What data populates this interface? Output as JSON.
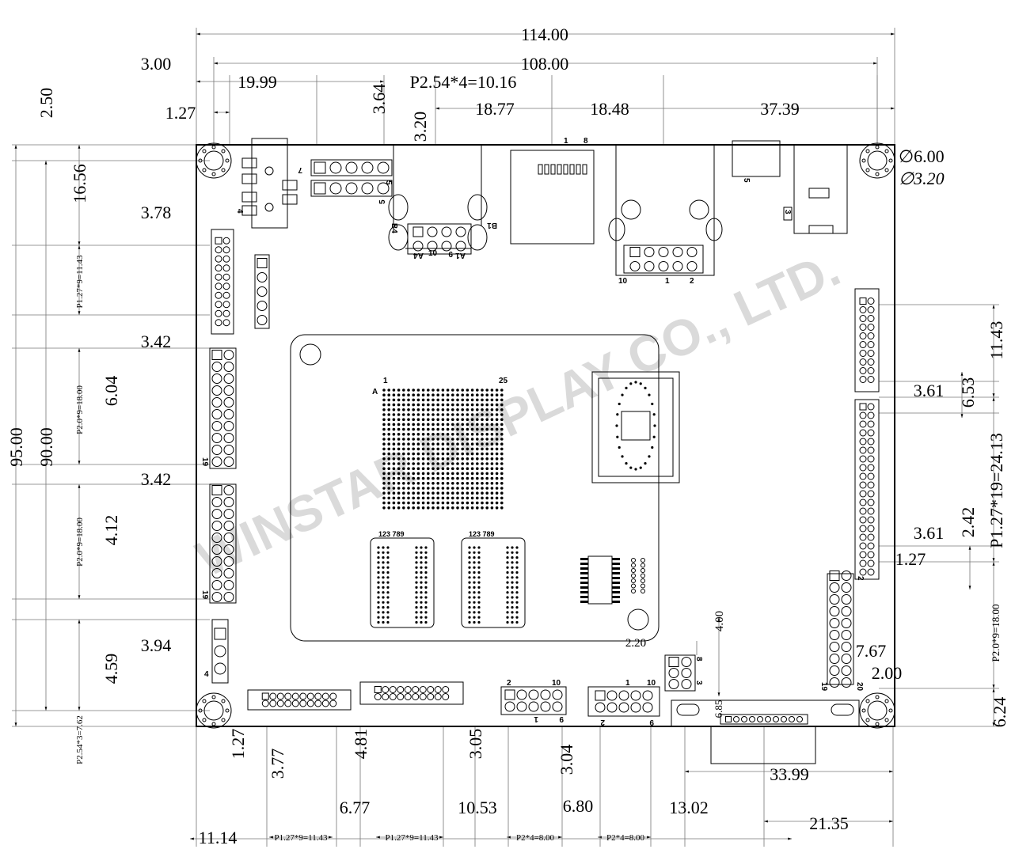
{
  "title": "Board mechanical dimension drawing",
  "watermark": "WINSTAR DISPLAY CO., LTD.",
  "top_dims": {
    "overall_width": "114.00",
    "hole_pitch_x": "108.00",
    "hole_offset": "3.00",
    "d1": "19.99",
    "header_pitch": "P2.54*4=10.16",
    "d2": "1.27",
    "d3": "18.77",
    "d4": "18.48",
    "d5": "37.39",
    "d6": "3.64",
    "d7": "3.20"
  },
  "left_dims": {
    "overall_height": "95.00",
    "hole_pitch_y": "90.00",
    "d1": "2.50",
    "d2": "16.56",
    "d3": "3.78",
    "p1": "P1.27*9=11.43",
    "d4": "3.42",
    "d5": "6.04",
    "p2": "P2.0*9=18.00",
    "d6": "3.42",
    "d7": "4.12",
    "p3": "P2.0*9=18.00",
    "d8": "3.94",
    "d9": "4.59",
    "p4": "P2.54*3=7.62"
  },
  "bottom_dims": {
    "d1": "1.27",
    "d2": "3.77",
    "d3": "4.81",
    "d4": "3.05",
    "d5": "3.04",
    "d6": "6.77",
    "d7": "10.53",
    "d8": "6.80",
    "d9": "13.02",
    "d10": "11.14",
    "p1": "P1.27*9=11.43",
    "p2": "P1.27*9=11.43",
    "p3": "P2*4=8.00",
    "p4": "P2*4=8.00",
    "d11": "33.99",
    "d12": "21.35",
    "d13": "4.00",
    "d14": "2.20",
    "d15": "6.85"
  },
  "right_dims": {
    "d1": "11.43",
    "d2": "3.61",
    "d3": "6.53",
    "p1": "P1.27*19=24.13",
    "d4": "3.61",
    "d5": "2.42",
    "d6": "1.27",
    "p2": "P2.0*9=18.00",
    "d7": "7.67",
    "d8": "2.00",
    "d9": "6.24",
    "hole_outer": "∅6.00",
    "hole_inner": "∅3.20"
  },
  "pin_labels": {
    "top_hdr_a": "7",
    "top_hdr_b": "5",
    "top_hdr_c": "5",
    "jack": "4",
    "usb_b4": "B4",
    "usb_b1": "B1",
    "usb_a4": "A4",
    "usb_10": "10",
    "usb_9": "9",
    "usb_a1": "A1",
    "sd_1": "1",
    "sd_8": "8",
    "rj_10": "10",
    "rj_1": "1",
    "rj_2": "2",
    "pwr_5": "5",
    "pwr_3": "3",
    "l2_19": "19",
    "l3_19": "19",
    "l4_4": "4",
    "bga_1": "1",
    "bga_25": "25",
    "bga_a": "A",
    "ram1": "123 789",
    "ram2": "123 789",
    "b1_2": "2",
    "b1_10": "10",
    "b1_1": "1",
    "b1_9": "9",
    "b2_1": "1",
    "b2_10": "10",
    "b2_2": "2",
    "b2_9": "9",
    "s3_8": "8",
    "s3_3": "3",
    "r3_2": "2",
    "r3_19": "19",
    "r3_20": "20"
  }
}
